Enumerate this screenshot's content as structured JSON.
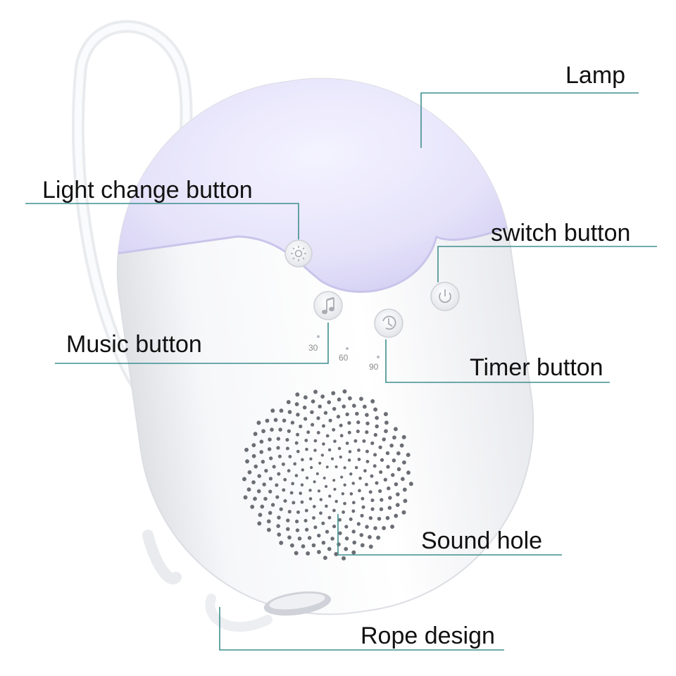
{
  "callouts": {
    "lamp": "Lamp",
    "light_change": "Light change button",
    "switch": "switch button",
    "music": "Music button",
    "timer": "Timer button",
    "sound_hole": "Sound hole",
    "rope": "Rope design"
  },
  "timer_marks": [
    "30",
    "60",
    "90"
  ],
  "icons": {
    "light_change": "sun-icon",
    "music": "music-note-icon",
    "timer": "timer-icon",
    "switch": "power-icon"
  },
  "colors": {
    "leader_line": "#3f8f8f",
    "lamp_tint": "#e8e6fb",
    "body": "#f5f6f8"
  }
}
